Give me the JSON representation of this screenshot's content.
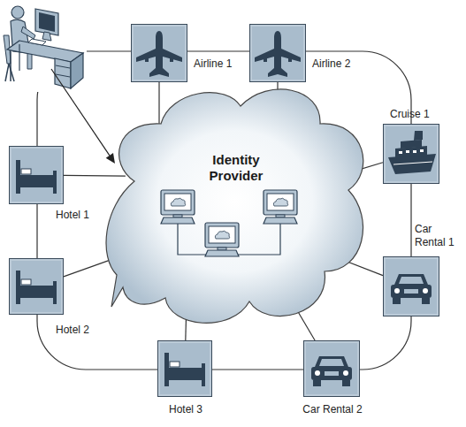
{
  "diagram": {
    "nodes": [
      {
        "text": [
          "Airline 1"
        ]
      },
      {
        "text": [
          "Airline 2"
        ]
      },
      {
        "text": [
          "Cruise 1"
        ]
      },
      {
        "text": [
          "Hotel 1"
        ]
      },
      {
        "text": [
          "Identity Provider"
        ]
      },
      {
        "text": [
          "Car Rental 1"
        ]
      },
      {
        "text": [
          "Hotel 2"
        ]
      },
      {
        "text": [
          "Hotel 3"
        ]
      },
      {
        "text": [
          "Car Rental 2"
        ]
      }
    ],
    "edges": [
      {
        "from": 4,
        "to": 0,
        "arrow": "none"
      },
      {
        "from": 4,
        "to": 1,
        "arrow": "none"
      },
      {
        "from": 4,
        "to": 2,
        "arrow": "none"
      },
      {
        "from": 4,
        "to": 3,
        "arrow": "none"
      },
      {
        "from": 4,
        "to": 5,
        "arrow": "none"
      },
      {
        "from": 4,
        "to": 6,
        "arrow": "none"
      },
      {
        "from": 4,
        "to": 7,
        "arrow": "none"
      },
      {
        "from": 4,
        "to": 8,
        "arrow": "none"
      }
    ]
  }
}
